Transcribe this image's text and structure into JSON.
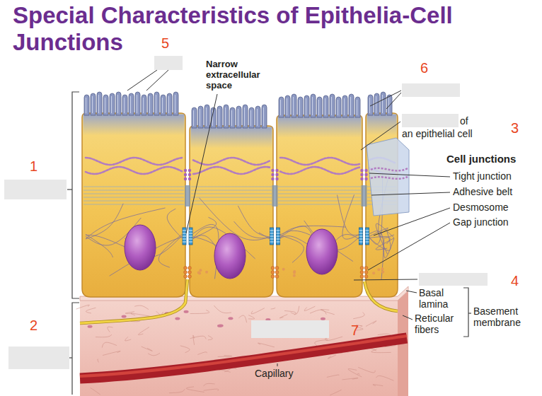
{
  "diagram": {
    "title": "Special Characteristics of Epithelia-Cell Junctions",
    "labels": [
      "5",
      "Narrow extracellular space",
      "6",
      "of an epithelial cell",
      "3",
      "1",
      "Cell junctions",
      "Tight junction",
      "Adhesive belt",
      "Desmosome",
      "Gap junction",
      "4",
      "Basal lamina",
      "Reticular fibers",
      "Basement membrane",
      "2",
      "7",
      "Capillary"
    ]
  }
}
